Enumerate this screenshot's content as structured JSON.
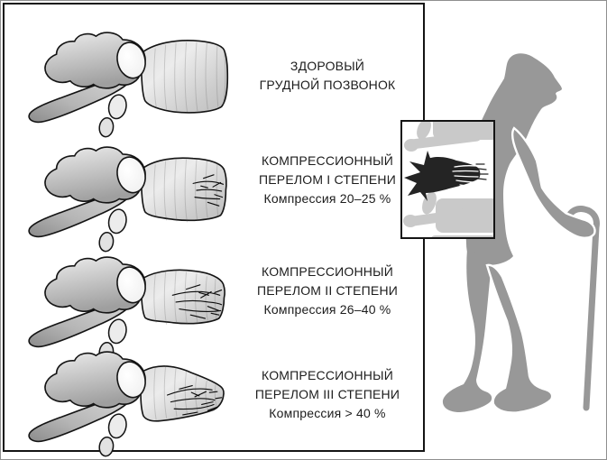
{
  "panel": {
    "rows": [
      {
        "line1": "ЗДОРОВЫЙ",
        "line2": "ГРУДНОЙ ПОЗВОНОК"
      },
      {
        "line1": "КОМПРЕССИОННЫЙ",
        "line2": "ПЕРЕЛОМ I СТЕПЕНИ",
        "line3": "Компрессия 20–25 %"
      },
      {
        "line1": "КОМПРЕССИОННЫЙ",
        "line2": "ПЕРЕЛОМ II СТЕПЕНИ",
        "line3": "Компрессия 26–40 %"
      },
      {
        "line1": "КОМПРЕССИОННЫЙ",
        "line2": "ПЕРЕЛОМ III СТЕПЕНИ",
        "line3": "Компрессия > 40 %"
      }
    ]
  },
  "icons": {
    "figures": [
      "healthy-thoracic-vertebra-icon",
      "grade1-compression-fracture-vertebra-icon",
      "grade2-compression-fracture-vertebra-icon",
      "grade3-compression-fracture-vertebra-icon"
    ],
    "person": "elderly-person-with-cane-silhouette-icon",
    "inset": "spine-with-compressed-vertebra-inset-icon"
  },
  "colors": {
    "silhouette_gray": "#989898",
    "inset_spine_gray": "#c9c9c9",
    "fracture_black": "#242424",
    "panel_border_black": "#141414"
  }
}
